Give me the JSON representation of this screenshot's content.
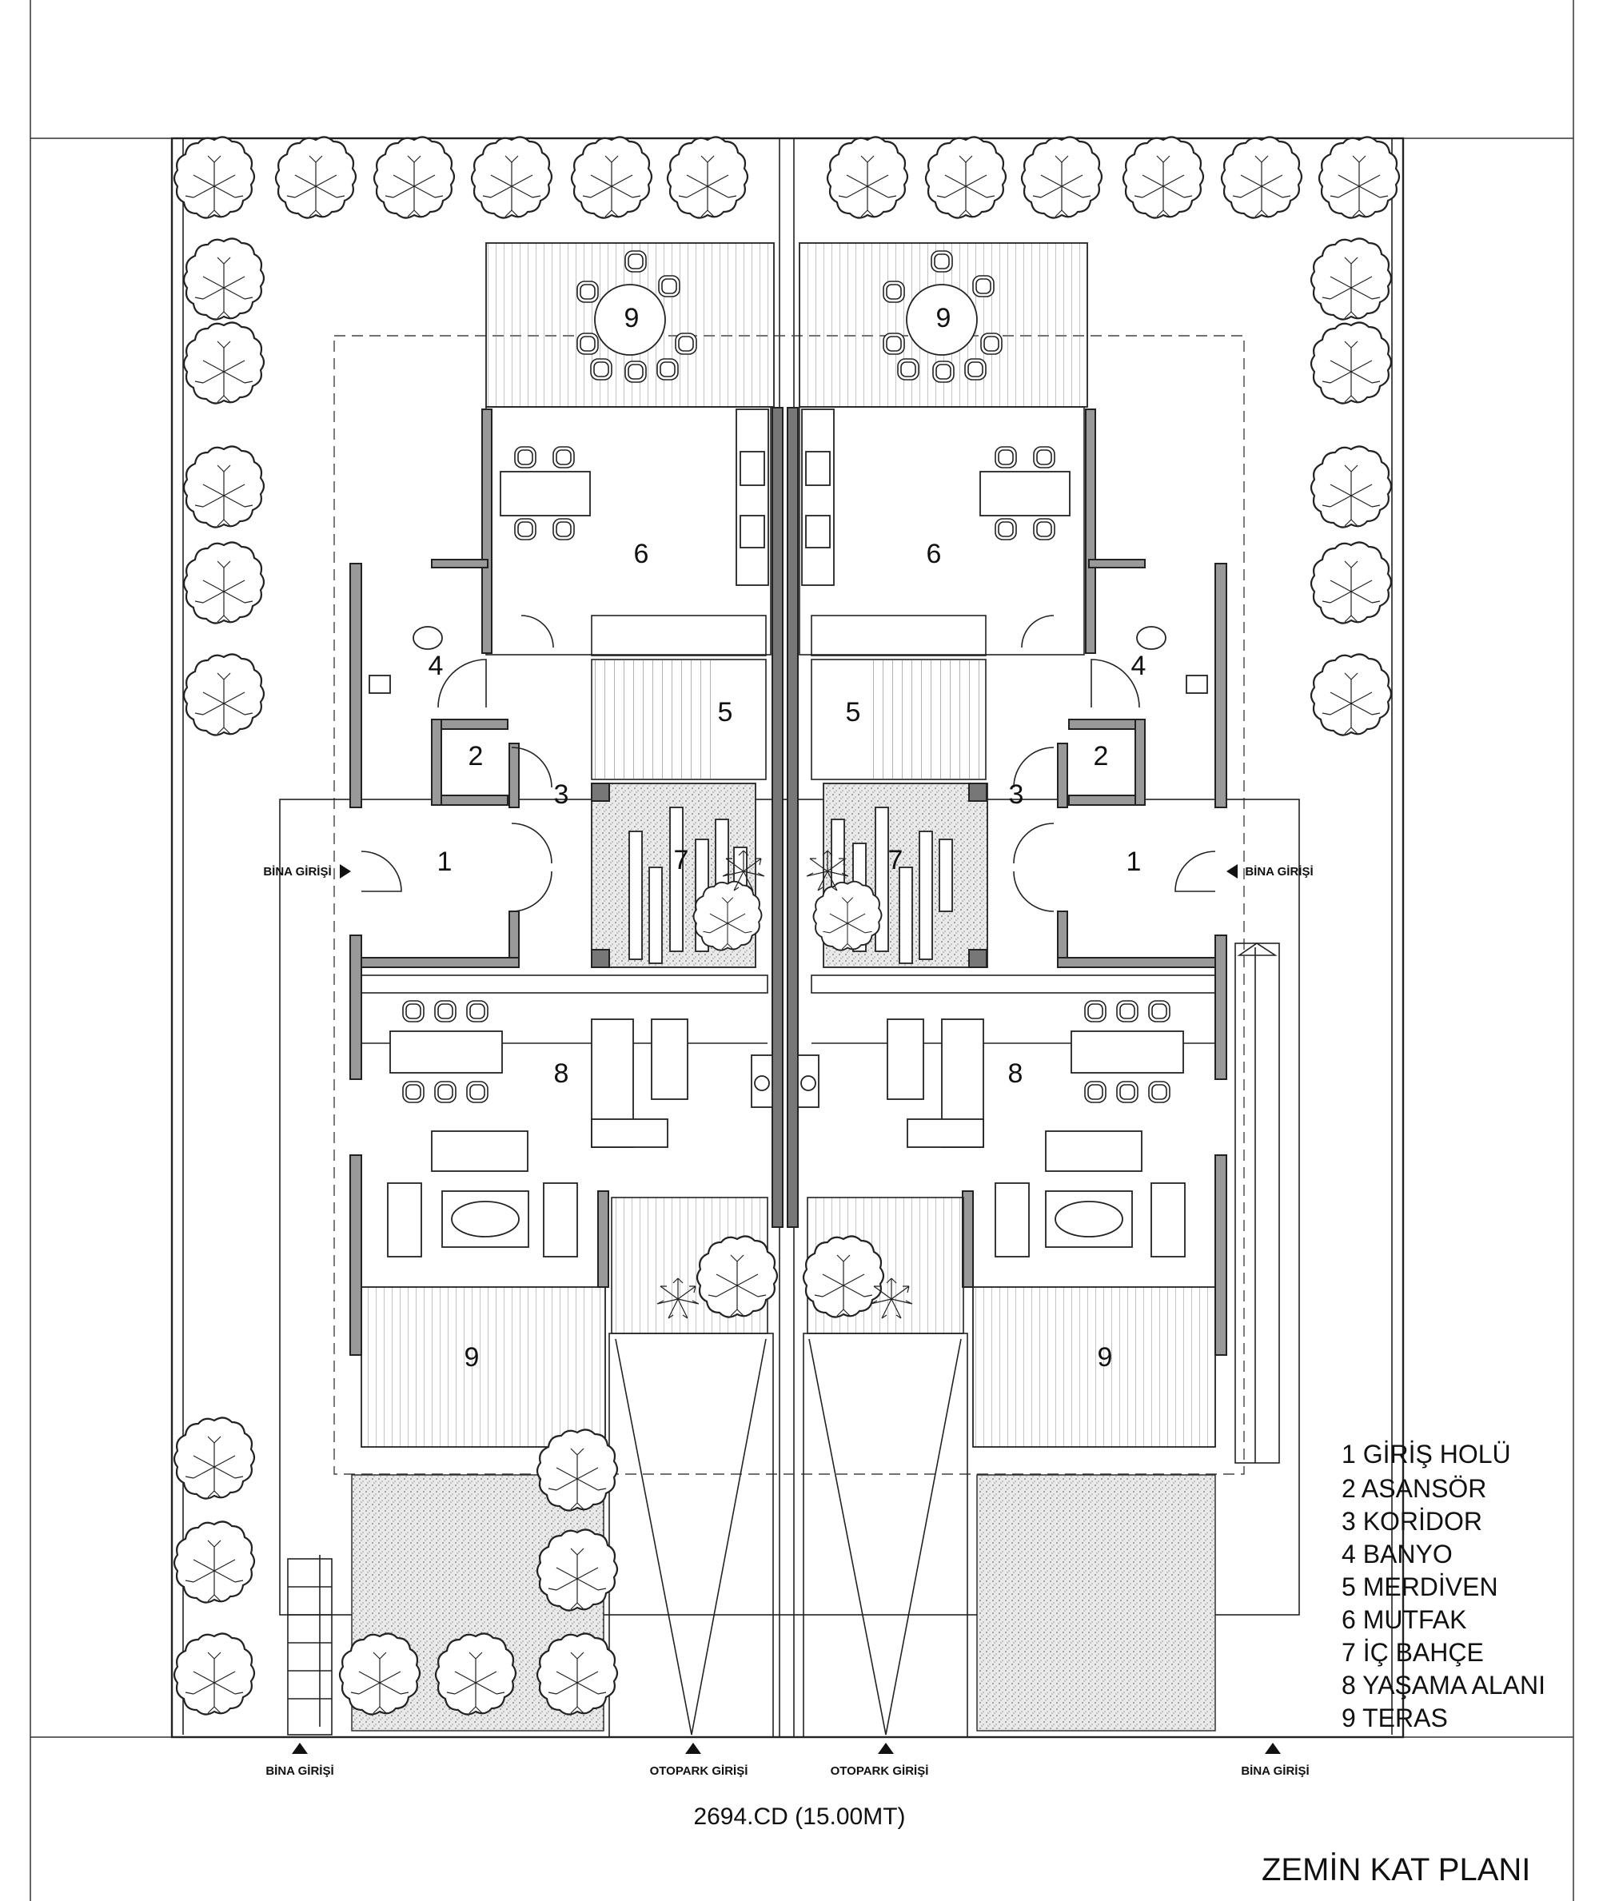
{
  "rooms": {
    "r1": "1",
    "r2": "2",
    "r3": "3",
    "r4": "4",
    "r5": "5",
    "r6": "6",
    "r7": "7",
    "r8": "8",
    "r9": "9"
  },
  "entrances": {
    "building": "BİNA GİRİŞİ",
    "parking": "OTOPARK GİRİŞİ"
  },
  "legend": [
    "1 GİRİŞ HOLÜ",
    "2 ASANSÖR",
    "3 KORİDOR",
    "4 BANYO",
    "5 MERDİVEN",
    "6 MUTFAK",
    "7 İÇ BAHÇE",
    "8 YAŞAMA ALANI",
    "9 TERAS"
  ],
  "street_label": "2694.CD (15.00MT)",
  "plan_title": "ZEMİN KAT PLANI",
  "icons": [
    "tree-icon",
    "palm-icon",
    "entrance-arrow-icon",
    "north-triangle-icon"
  ]
}
